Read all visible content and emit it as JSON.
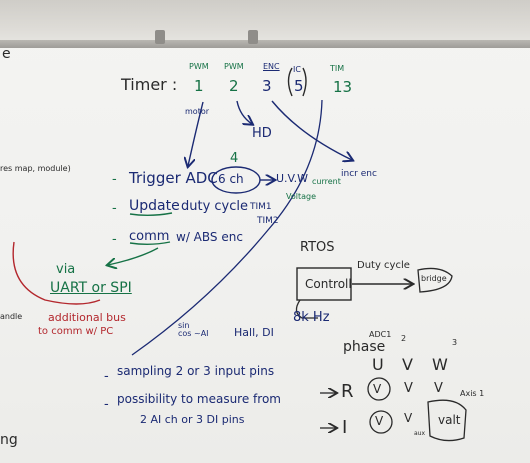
{
  "board": {
    "edge_letter": "e",
    "timer_label": "Timer :",
    "timer_modes": {
      "pwm1": "PWM",
      "pwm2": "PWM",
      "enc": "ENC",
      "ic": "IC",
      "tim": "TIM"
    },
    "timer_numbers": {
      "t1": "1",
      "t2": "2",
      "t3": "3",
      "t5": "5",
      "t13": "13"
    },
    "motor_label": "motor",
    "hd_label": "HD",
    "left_cut_note": "res map, module)",
    "incr_enc_label": "incr enc",
    "trigger_adc": "Trigger ADC",
    "six_ch": "6 ch",
    "four": "4",
    "uvw": "U.V.W",
    "current": "current",
    "voltage": "Voltage",
    "update": "Update",
    "duty_cycle_line": "duty cycle",
    "tim1": "TIM1",
    "tim2": "TIM2",
    "comm": "comm",
    "comm_rest": "w/ ABS enc",
    "via": "via",
    "uart_spi": "UART or SPI",
    "handle": "andle",
    "additional_bus": "additional bus",
    "to_comm_pc": "to comm w/ PC",
    "rtos": "RTOS",
    "controller": "Controll",
    "duty_cycle_arrow": "Duty cycle",
    "bridge_box": "bridge",
    "eight_khz": "8k Hz",
    "sin_cos_ai": "sin\ncos ~AI",
    "hall_di": "Hall, DI",
    "sampling": "sampling 2 or 3 input pins",
    "possibility": "possibility to measure from",
    "ai_di": "2 AI ch or 3 DI pins",
    "phase": "phase",
    "adc1": "ADC1",
    "two": "2",
    "three": "3",
    "col_u": "U",
    "col_v": "V",
    "col_w": "W",
    "row_r": "R",
    "row_i": "I",
    "cell_v1": "V",
    "cell_v2": "V",
    "cell_v3": "V",
    "cell_v4": "V",
    "cell_v5": "V",
    "aux": "aux",
    "valt": "valt",
    "axis1": "Axis 1",
    "bottom_left": "ng"
  },
  "ink_colors": {
    "blue": "#1b2a73",
    "green": "#167246",
    "red": "#b3272d",
    "black": "#2a2a2a"
  }
}
